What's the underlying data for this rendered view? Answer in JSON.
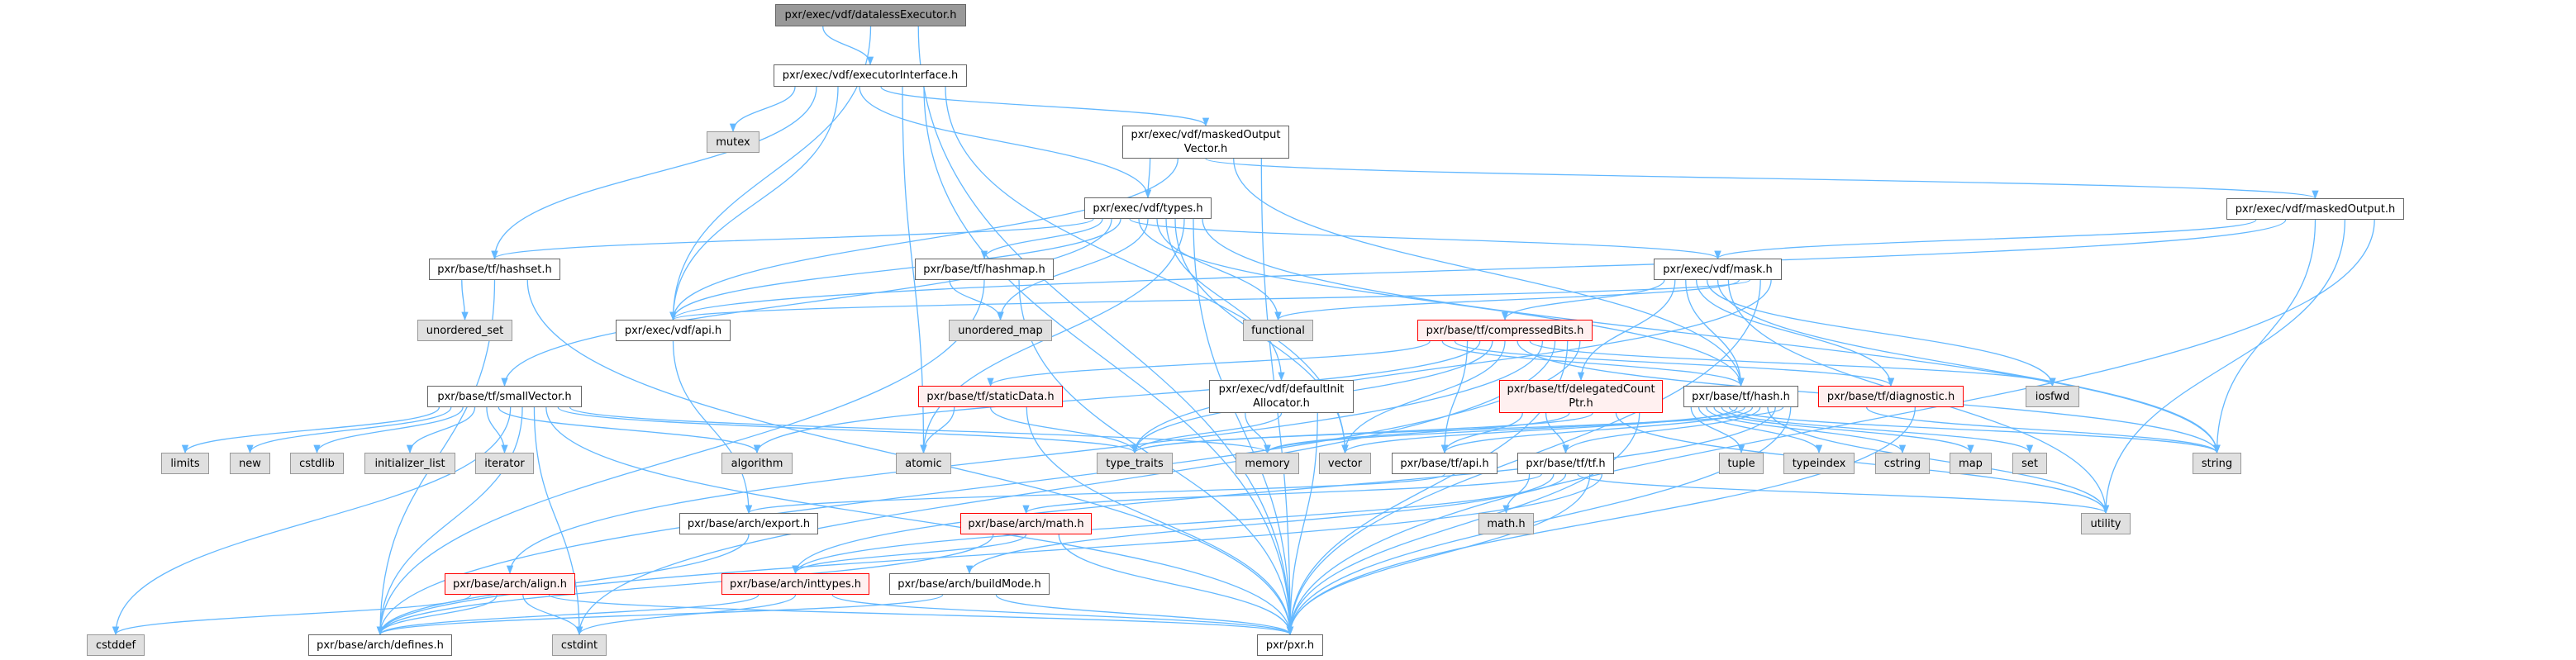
{
  "graph": {
    "nodes": {
      "root": {
        "label": "pxr/exec/vdf/datalessExecutor.h"
      },
      "execIface": {
        "label": "pxr/exec/vdf/executorInterface.h"
      },
      "mutex": {
        "label": "mutex"
      },
      "mov": {
        "label": "pxr/exec/vdf/maskedOutput\nVector.h"
      },
      "types": {
        "label": "pxr/exec/vdf/types.h"
      },
      "mo": {
        "label": "pxr/exec/vdf/maskedOutput.h"
      },
      "hashset": {
        "label": "pxr/base/tf/hashset.h"
      },
      "hashmap": {
        "label": "pxr/base/tf/hashmap.h"
      },
      "mask": {
        "label": "pxr/exec/vdf/mask.h"
      },
      "unordered_set": {
        "label": "unordered_set"
      },
      "vdfapi": {
        "label": "pxr/exec/vdf/api.h"
      },
      "unordered_map": {
        "label": "unordered_map"
      },
      "functional": {
        "label": "functional"
      },
      "compressedBits": {
        "label": "pxr/base/tf/compressedBits.h"
      },
      "smallVector": {
        "label": "pxr/base/tf/smallVector.h"
      },
      "staticData": {
        "label": "pxr/base/tf/staticData.h"
      },
      "dia": {
        "label": "pxr/exec/vdf/defaultInit\nAllocator.h"
      },
      "dcp": {
        "label": "pxr/base/tf/delegatedCount\nPtr.h"
      },
      "hash": {
        "label": "pxr/base/tf/hash.h"
      },
      "diagnostic": {
        "label": "pxr/base/tf/diagnostic.h"
      },
      "iosfwd": {
        "label": "iosfwd"
      },
      "limits": {
        "label": "limits"
      },
      "new": {
        "label": "new"
      },
      "cstdlib": {
        "label": "cstdlib"
      },
      "initializer_list": {
        "label": "initializer_list"
      },
      "iterator": {
        "label": "iterator"
      },
      "algorithm": {
        "label": "algorithm"
      },
      "atomic": {
        "label": "atomic"
      },
      "type_traits": {
        "label": "type_traits"
      },
      "memory": {
        "label": "memory"
      },
      "vector": {
        "label": "vector"
      },
      "tfapi": {
        "label": "pxr/base/tf/api.h"
      },
      "tf": {
        "label": "pxr/base/tf/tf.h"
      },
      "tuple": {
        "label": "tuple"
      },
      "typeindex": {
        "label": "typeindex"
      },
      "cstring": {
        "label": "cstring"
      },
      "map": {
        "label": "map"
      },
      "set": {
        "label": "set"
      },
      "string": {
        "label": "string"
      },
      "export": {
        "label": "pxr/base/arch/export.h"
      },
      "archmath": {
        "label": "pxr/base/arch/math.h"
      },
      "mathh": {
        "label": "math.h"
      },
      "utility": {
        "label": "utility"
      },
      "align": {
        "label": "pxr/base/arch/align.h"
      },
      "inttypes": {
        "label": "pxr/base/arch/inttypes.h"
      },
      "buildMode": {
        "label": "pxr/base/arch/buildMode.h"
      },
      "cstddef": {
        "label": "cstddef"
      },
      "defines": {
        "label": "pxr/base/arch/defines.h"
      },
      "cstdint": {
        "label": "cstdint"
      },
      "pxr": {
        "label": "pxr/pxr.h"
      }
    },
    "edges": [
      [
        "root",
        "execIface"
      ],
      [
        "root",
        "vdfapi"
      ],
      [
        "root",
        "pxr"
      ],
      [
        "execIface",
        "mutex"
      ],
      [
        "execIface",
        "hashset"
      ],
      [
        "execIface",
        "vdfapi"
      ],
      [
        "execIface",
        "types"
      ],
      [
        "execIface",
        "mov"
      ],
      [
        "execIface",
        "atomic"
      ],
      [
        "execIface",
        "pxr"
      ],
      [
        "execIface",
        "vector"
      ],
      [
        "mov",
        "types"
      ],
      [
        "mov",
        "vdfapi"
      ],
      [
        "mov",
        "mo"
      ],
      [
        "mov",
        "hash"
      ],
      [
        "mov",
        "pxr"
      ],
      [
        "mo",
        "mask"
      ],
      [
        "mo",
        "vdfapi"
      ],
      [
        "mo",
        "string"
      ],
      [
        "mo",
        "utility"
      ],
      [
        "mo",
        "pxr"
      ],
      [
        "types",
        "hashset"
      ],
      [
        "types",
        "hashmap"
      ],
      [
        "types",
        "smallVector"
      ],
      [
        "types",
        "vdfapi"
      ],
      [
        "types",
        "mask"
      ],
      [
        "types",
        "hash"
      ],
      [
        "types",
        "unordered_map"
      ],
      [
        "types",
        "functional"
      ],
      [
        "types",
        "dia"
      ],
      [
        "types",
        "vector"
      ],
      [
        "types",
        "atomic"
      ],
      [
        "types",
        "pxr"
      ],
      [
        "types",
        "string"
      ],
      [
        "mask",
        "compressedBits"
      ],
      [
        "mask",
        "dcp"
      ],
      [
        "mask",
        "hash"
      ],
      [
        "mask",
        "diagnostic"
      ],
      [
        "mask",
        "iosfwd"
      ],
      [
        "mask",
        "string"
      ],
      [
        "mask",
        "utility"
      ],
      [
        "mask",
        "functional"
      ],
      [
        "mask",
        "vdfapi"
      ],
      [
        "mask",
        "pxr"
      ],
      [
        "mask",
        "type_traits"
      ],
      [
        "hashset",
        "unordered_set"
      ],
      [
        "hashset",
        "defines"
      ],
      [
        "hashset",
        "pxr"
      ],
      [
        "hashmap",
        "unordered_map"
      ],
      [
        "hashmap",
        "defines"
      ],
      [
        "hashmap",
        "pxr"
      ],
      [
        "vdfapi",
        "export"
      ],
      [
        "smallVector",
        "limits"
      ],
      [
        "smallVector",
        "new"
      ],
      [
        "smallVector",
        "cstdlib"
      ],
      [
        "smallVector",
        "initializer_list"
      ],
      [
        "smallVector",
        "iterator"
      ],
      [
        "smallVector",
        "algorithm"
      ],
      [
        "smallVector",
        "cstddef"
      ],
      [
        "smallVector",
        "defines"
      ],
      [
        "smallVector",
        "cstdint"
      ],
      [
        "smallVector",
        "pxr"
      ],
      [
        "smallVector",
        "type_traits"
      ],
      [
        "smallVector",
        "memory"
      ],
      [
        "compressedBits",
        "staticData"
      ],
      [
        "compressedBits",
        "hash"
      ],
      [
        "compressedBits",
        "diagnostic"
      ],
      [
        "compressedBits",
        "tfapi"
      ],
      [
        "compressedBits",
        "algorithm"
      ],
      [
        "compressedBits",
        "type_traits"
      ],
      [
        "compressedBits",
        "vector"
      ],
      [
        "compressedBits",
        "string"
      ],
      [
        "compressedBits",
        "iosfwd"
      ],
      [
        "compressedBits",
        "align"
      ],
      [
        "compressedBits",
        "cstdint"
      ],
      [
        "compressedBits",
        "pxr"
      ],
      [
        "compressedBits",
        "defines"
      ],
      [
        "staticData",
        "atomic"
      ],
      [
        "staticData",
        "type_traits"
      ],
      [
        "staticData",
        "pxr"
      ],
      [
        "dia",
        "memory"
      ],
      [
        "dia",
        "type_traits"
      ],
      [
        "dia",
        "pxr"
      ],
      [
        "dcp",
        "tfapi"
      ],
      [
        "dcp",
        "tf"
      ],
      [
        "dcp",
        "memory"
      ],
      [
        "dcp",
        "type_traits"
      ],
      [
        "dcp",
        "utility"
      ],
      [
        "dcp",
        "pxr"
      ],
      [
        "hash",
        "tuple"
      ],
      [
        "hash",
        "typeindex"
      ],
      [
        "hash",
        "cstring"
      ],
      [
        "hash",
        "map"
      ],
      [
        "hash",
        "set"
      ],
      [
        "hash",
        "string"
      ],
      [
        "hash",
        "vector"
      ],
      [
        "hash",
        "memory"
      ],
      [
        "hash",
        "tfapi"
      ],
      [
        "hash",
        "tf"
      ],
      [
        "hash",
        "utility"
      ],
      [
        "hash",
        "inttypes"
      ],
      [
        "hash",
        "type_traits"
      ],
      [
        "hash",
        "pxr"
      ],
      [
        "diagnostic",
        "string"
      ],
      [
        "diagnostic",
        "pxr"
      ],
      [
        "tfapi",
        "export"
      ],
      [
        "tf",
        "mathh"
      ],
      [
        "tf",
        "archmath"
      ],
      [
        "tf",
        "buildMode"
      ],
      [
        "tf",
        "inttypes"
      ],
      [
        "tf",
        "utility"
      ],
      [
        "tf",
        "pxr"
      ],
      [
        "tf",
        "defines"
      ],
      [
        "export",
        "defines"
      ],
      [
        "align",
        "cstddef"
      ],
      [
        "align",
        "defines"
      ],
      [
        "align",
        "cstdint"
      ],
      [
        "align",
        "pxr"
      ],
      [
        "inttypes",
        "defines"
      ],
      [
        "inttypes",
        "cstdint"
      ],
      [
        "inttypes",
        "pxr"
      ],
      [
        "buildMode",
        "defines"
      ],
      [
        "buildMode",
        "pxr"
      ],
      [
        "archmath",
        "defines"
      ],
      [
        "archmath",
        "inttypes"
      ],
      [
        "archmath",
        "pxr"
      ]
    ]
  },
  "colors": {
    "edge": "#63b8ff",
    "root_fill": "#999999",
    "external_fill": "#e0e0e0",
    "incomplete_border": "#ff0000"
  }
}
